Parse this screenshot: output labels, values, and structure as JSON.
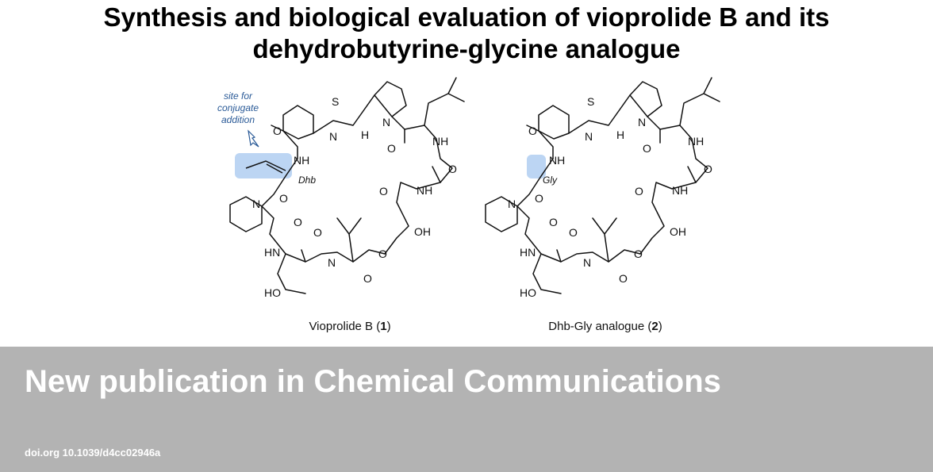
{
  "title": {
    "line1": "Synthesis and biological evaluation of vioprolide B and its",
    "line2": "dehydrobutyrine-glycine analogue"
  },
  "structure1": {
    "caption_prefix": "Vioprolide B (",
    "caption_number": "1",
    "caption_suffix": ")",
    "residue_label": "Dhb",
    "note_lines": [
      "site for",
      "conjugate",
      "addition"
    ]
  },
  "structure2": {
    "caption_prefix": "Dhb-Gly analogue (",
    "caption_number": "2",
    "caption_suffix": ")",
    "residue_label": "Gly"
  },
  "atoms": {
    "S": "S",
    "N": "N",
    "H": "H",
    "O": "O",
    "NH": "NH",
    "HN": "HN",
    "OH": "OH",
    "HO": "HO"
  },
  "banner": {
    "heading": "New publication in Chemical Communications",
    "doi": "doi.org 10.1039/d4cc02946a",
    "color": "#b3b3b3"
  },
  "colors": {
    "highlight": "#bcd5f3",
    "note": "#2a5a97"
  }
}
